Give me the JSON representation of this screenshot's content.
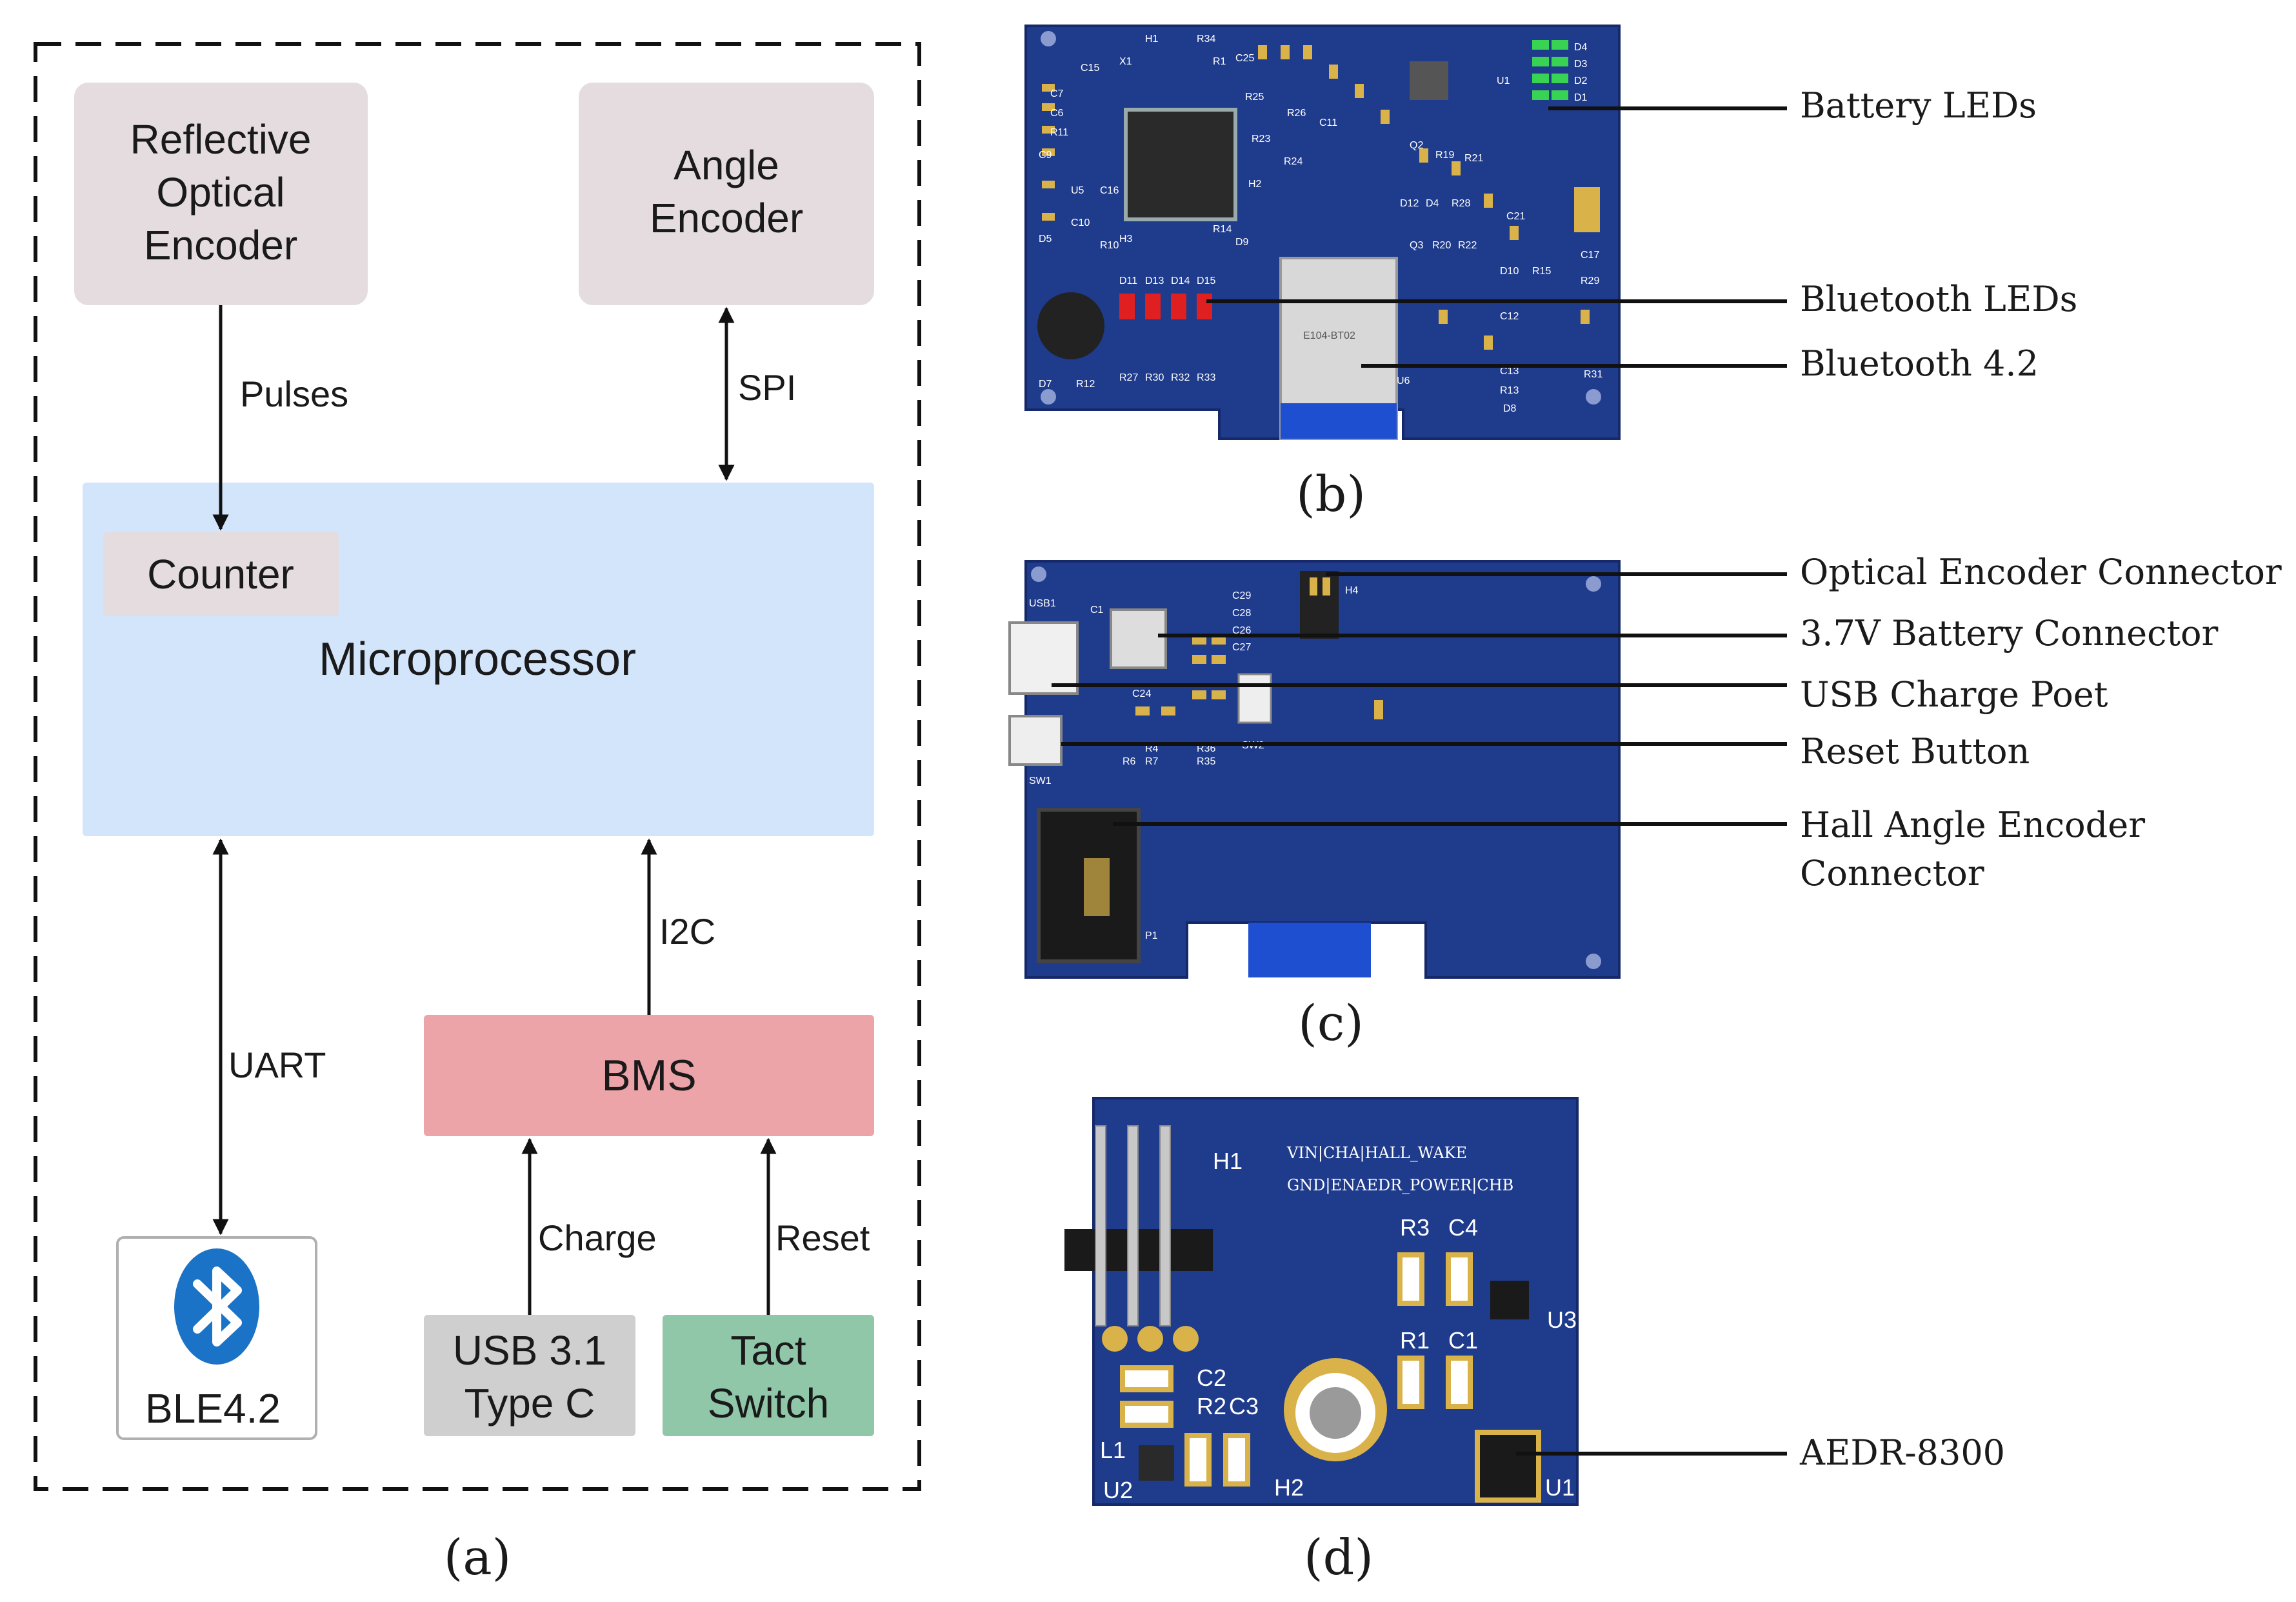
{
  "panel_a": {
    "caption": "(a)",
    "optical_encoder": [
      "Reflective",
      "Optical",
      "Encoder"
    ],
    "angle_encoder": [
      "Angle",
      "Encoder"
    ],
    "counter": "Counter",
    "microprocessor": "Microprocessor",
    "bms": "BMS",
    "ble": "BLE4.2",
    "usb": [
      "USB 3.1",
      "Type C"
    ],
    "tact": [
      "Tact",
      "Switch"
    ],
    "links": {
      "pulses": "Pulses",
      "spi": "SPI",
      "uart": "UART",
      "i2c": "I2C",
      "charge": "Charge",
      "reset": "Reset"
    },
    "icon": "bluetooth-icon",
    "colors": {
      "encoder_fill": "#e4dcde",
      "micro_fill": "#d3e5fb",
      "bms_fill": "#eca4a9",
      "usb_fill": "#cfcfcf",
      "tact_fill": "#8fc7a8"
    }
  },
  "panel_b": {
    "caption": "(b)",
    "labels": [
      "Battery LEDs",
      "Bluetooth LEDs",
      "Bluetooth 4.2"
    ],
    "pcb_marks": [
      "H1",
      "R34",
      "C15",
      "X1",
      "C7",
      "C6",
      "R11",
      "C9",
      "U5",
      "C16",
      "C10",
      "D5",
      "R10",
      "D7",
      "R12",
      "D11",
      "D13",
      "D14",
      "D15",
      "R27",
      "R30",
      "R32",
      "R33",
      "C25",
      "R25",
      "R23",
      "R24",
      "R26",
      "C11",
      "H2",
      "Q2",
      "R19",
      "R21",
      "D12",
      "D4",
      "R28",
      "Q3",
      "R20",
      "R22",
      "C21",
      "D10",
      "R15",
      "C17",
      "R29",
      "C12",
      "C13",
      "R13",
      "D8",
      "R31",
      "D4",
      "D3",
      "D2",
      "D1",
      "U1",
      "R1",
      "R14",
      "D9",
      "H3",
      "U6",
      "E104-BT02"
    ],
    "colors": {
      "pcb": "#1f3b8c"
    }
  },
  "panel_c": {
    "caption": "(c)",
    "labels": [
      "Optical Encoder Connector",
      "3.7V Battery Connector",
      "USB Charge Poet",
      "Reset Button",
      "Hall Angle Encoder",
      "Connector"
    ],
    "pcb_marks": [
      "USB1",
      "C1",
      "C29",
      "C28",
      "C26",
      "C27",
      "H4",
      "C24",
      "R4",
      "R7",
      "R6",
      "R36",
      "R35",
      "SW1",
      "SW2",
      "P1"
    ]
  },
  "panel_d": {
    "caption": "(d)",
    "labels": [
      "AEDR-8300"
    ],
    "pcb_marks": [
      "H1",
      "VIN|CHA|HALL_WAKE",
      "GND|ENAEDR_POWER|CHB",
      "R3",
      "C4",
      "U3",
      "R1",
      "C1",
      "C2",
      "R2",
      "C3",
      "L1",
      "U2",
      "H2",
      "U1"
    ]
  }
}
